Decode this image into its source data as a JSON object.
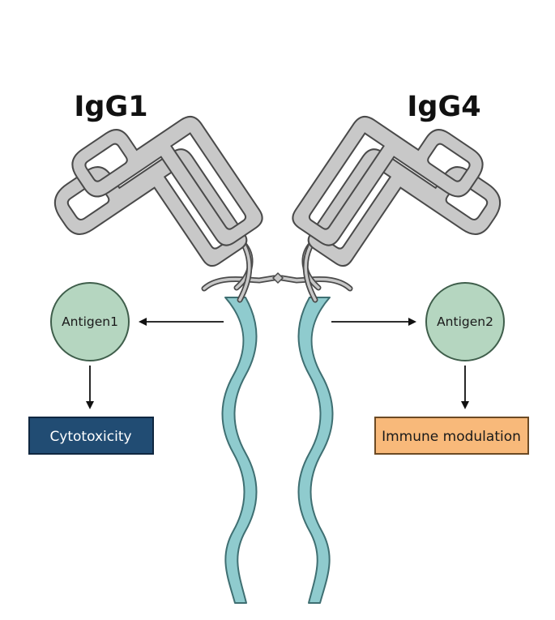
{
  "antibody": {
    "left_arm_label": "IgG1",
    "right_arm_label": "IgG4"
  },
  "nodes": {
    "antigen_left": "Antigen1",
    "antigen_right": "Antigen2"
  },
  "outcomes": {
    "left": "Cytotoxicity",
    "right": "Immune modulation"
  },
  "colors": {
    "domain_fill": "#c8c8c8",
    "domain_stroke": "#4a4a4a",
    "chain_fill": "#8fcbce",
    "chain_stroke": "#3f6f72",
    "antigen_fill": "#b5d6c0",
    "antigen_stroke": "#3f5e4b",
    "cytotoxicity_fill": "#214c73",
    "cytotoxicity_text": "#ffffff",
    "modulation_fill": "#f8b97a",
    "modulation_text": "#1a1a1a"
  }
}
